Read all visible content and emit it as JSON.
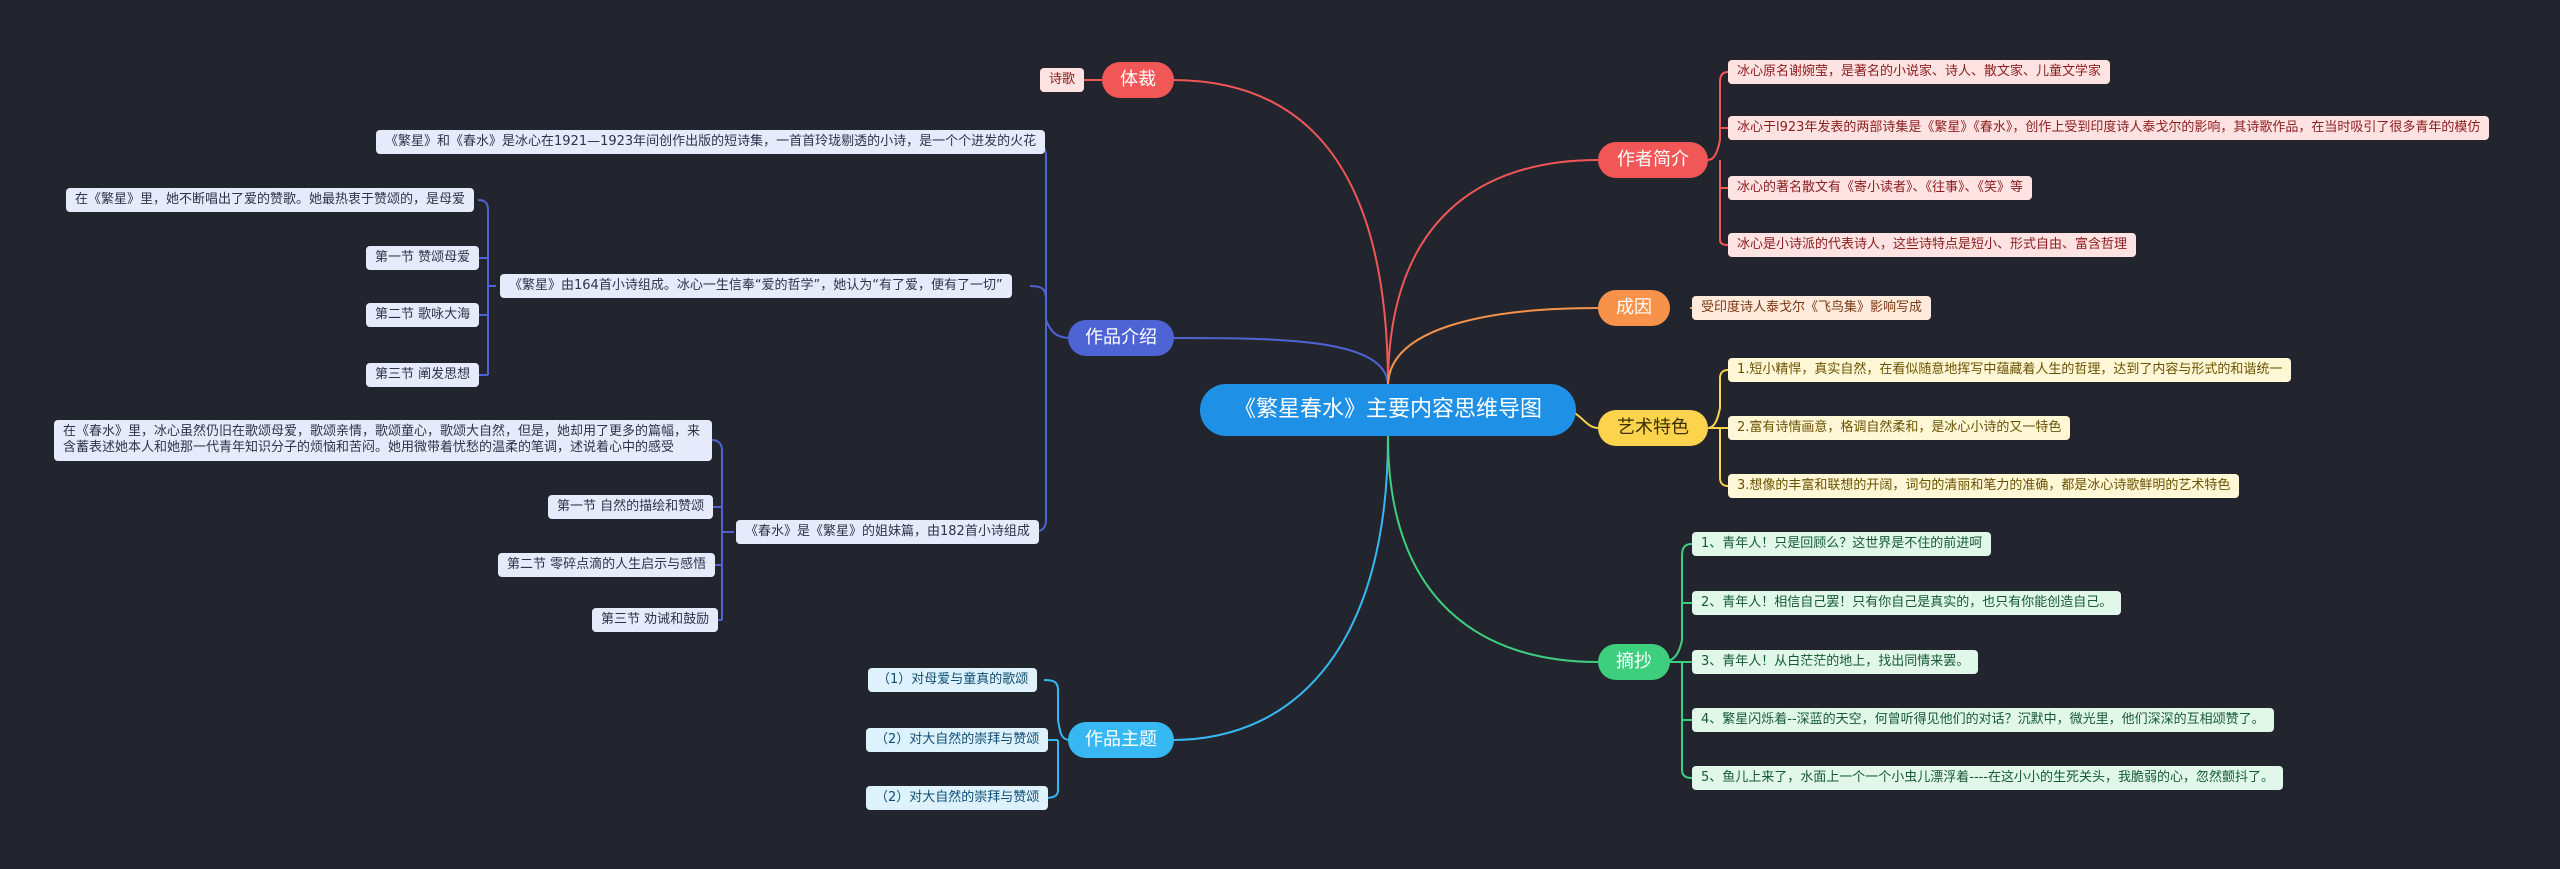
{
  "root": {
    "title": "《繁星春水》主要内容思维导图",
    "color": "#1e90e6"
  },
  "branches": {
    "genre": {
      "label": "体裁",
      "color": "#f25757",
      "items": [
        "诗歌"
      ]
    },
    "intro": {
      "label": "作品介绍",
      "color": "#4f64d4",
      "overview": "《繁星》和《春水》是冰心在1921—1923年间创作出版的短诗集，一首首玲珑剔透的小诗，是一个个进发的火花",
      "fanxing": {
        "summary": "《繁星》由164首小诗组成。冰心一生信奉“爱的哲学”，她认为“有了爱，便有了一切”",
        "items": [
          "在《繁星》里，她不断唱出了爱的赞歌。她最热衷于赞颂的，是母爱",
          "第一节 赞颂母爱",
          "第二节 歌咏大海",
          "第三节 阐发思想"
        ]
      },
      "chunshui": {
        "summary": "《春水》是《繁星》的姐妹篇，由182首小诗组成",
        "items": [
          "在《春水》里，冰心虽然仍旧在歌颂母爱，歌颂亲情，歌颂童心，歌颂大自然，但是，她却用了更多的篇幅，来含蓄表述她本人和她那一代青年知识分子的烦恼和苦闷。她用微带着忧愁的温柔的笔调，述说着心中的感受",
          "第一节 自然的描绘和赞颂",
          "第二节 零碎点滴的人生启示与感悟",
          "第三节 劝诫和鼓励"
        ]
      }
    },
    "theme": {
      "label": "作品主题",
      "color": "#38b8f2",
      "items": [
        "（1）对母爱与童真的歌颂",
        "（2）对大自然的崇拜与赞颂",
        "（2）对大自然的崇拜与赞颂"
      ]
    },
    "author": {
      "label": "作者简介",
      "color": "#f25757",
      "items": [
        "冰心原名谢婉莹，是著名的小说家、诗人、散文家、儿童文学家",
        "冰心于l923年发表的两部诗集是《繁星》《春水》，创作上受到印度诗人泰戈尔的影响，其诗歌作品，在当时吸引了很多青年的模仿",
        "冰心的著名散文有《寄小读者》、《往事》、《笑》等",
        "冰心是小诗派的代表诗人，这些诗特点是短小、形式自由、富含哲理"
      ]
    },
    "origin": {
      "label": "成因",
      "color": "#f7924a",
      "items": [
        "受印度诗人泰戈尔《飞鸟集》影响写成"
      ]
    },
    "art": {
      "label": "艺术特色",
      "color": "#fcd34d",
      "items": [
        "1.短小精悍，真实自然，在看似随意地挥写中蕴藏着人生的哲理，达到了内容与形式的和谐统一",
        "2.富有诗情画意，格调自然柔和，是冰心小诗的又一特色",
        "3.想像的丰富和联想的开阔，词句的清丽和笔力的准确，都是冰心诗歌鲜明的艺术特色"
      ]
    },
    "excerpt": {
      "label": "摘抄",
      "color": "#3ecf7e",
      "items": [
        "1、青年人！只是回顾么？这世界是不住的前进呵",
        "2、青年人！相信自己罢！只有你自己是真实的，也只有你能创造自己。",
        "3、青年人！从白茫茫的地上，找出同情来罢。",
        "4、繁星闪烁着--深蓝的天空，何曾听得见他们的对话？沉默中，微光里，他们深深的互相颂赞了。",
        "5、鱼儿上来了，水面上一个一个小虫儿漂浮着----在这小小的生死关头，我脆弱的心，忽然颤抖了。"
      ]
    }
  }
}
